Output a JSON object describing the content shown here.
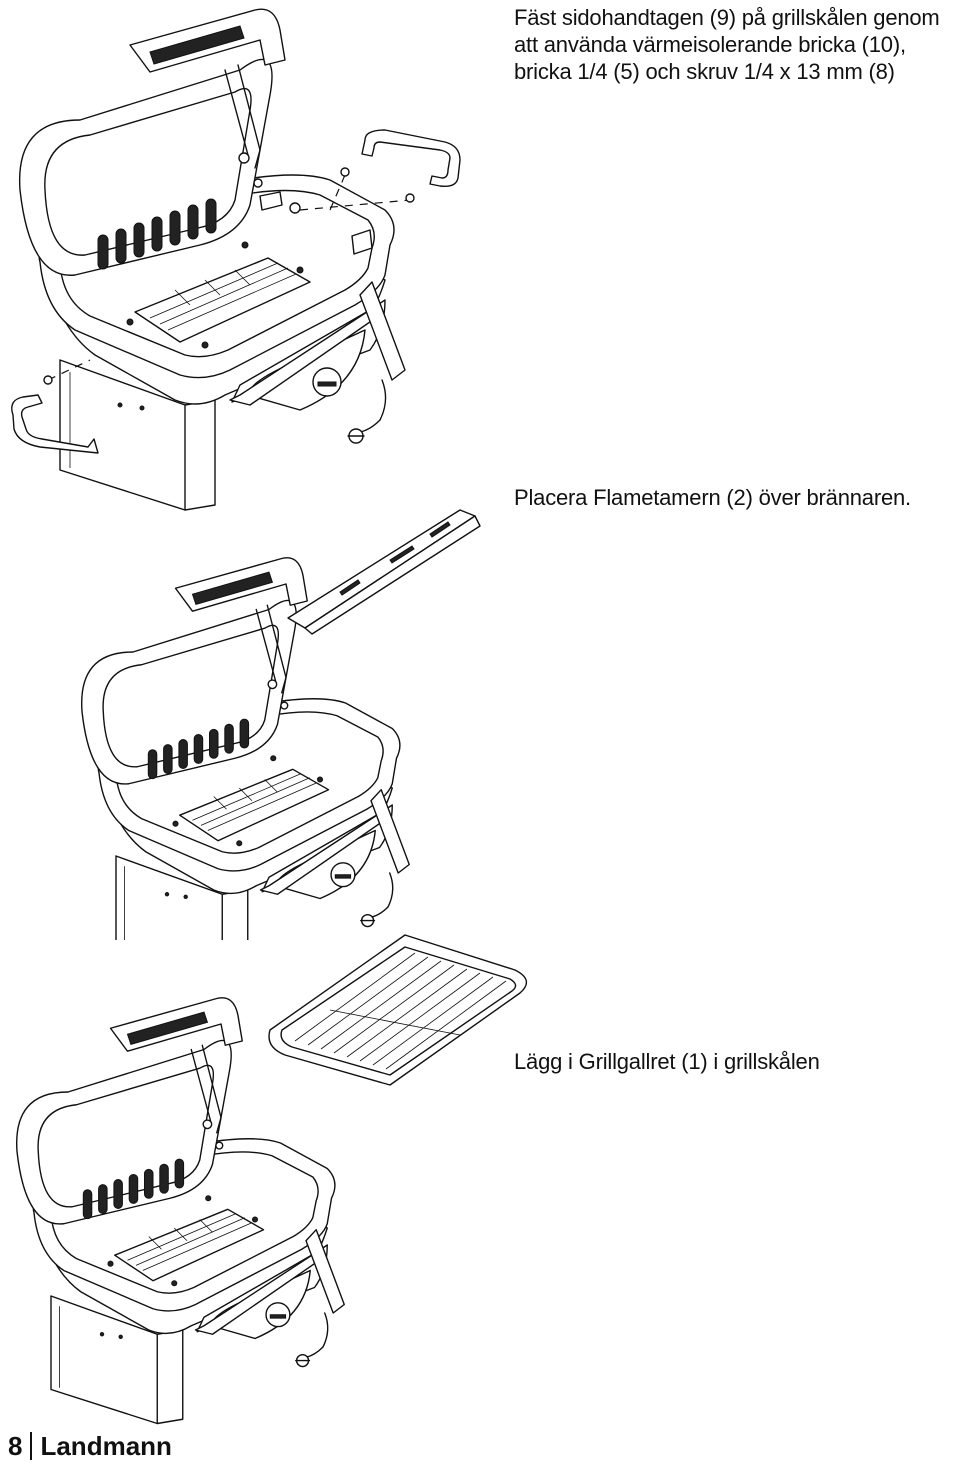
{
  "steps": [
    {
      "text": "Fäst sidohandtagen (9) på grillskålen genom att använda värmeisolerande bricka (10), bricka 1/4 (5) och skruv 1/4 x 13 mm (8)"
    },
    {
      "text": "Placera Flametamern (2) över brännaren."
    },
    {
      "text": "Lägg i Grillgallret (1) i grillskålen"
    }
  ],
  "footer": {
    "page_number": "8",
    "brand": "Landmann"
  }
}
